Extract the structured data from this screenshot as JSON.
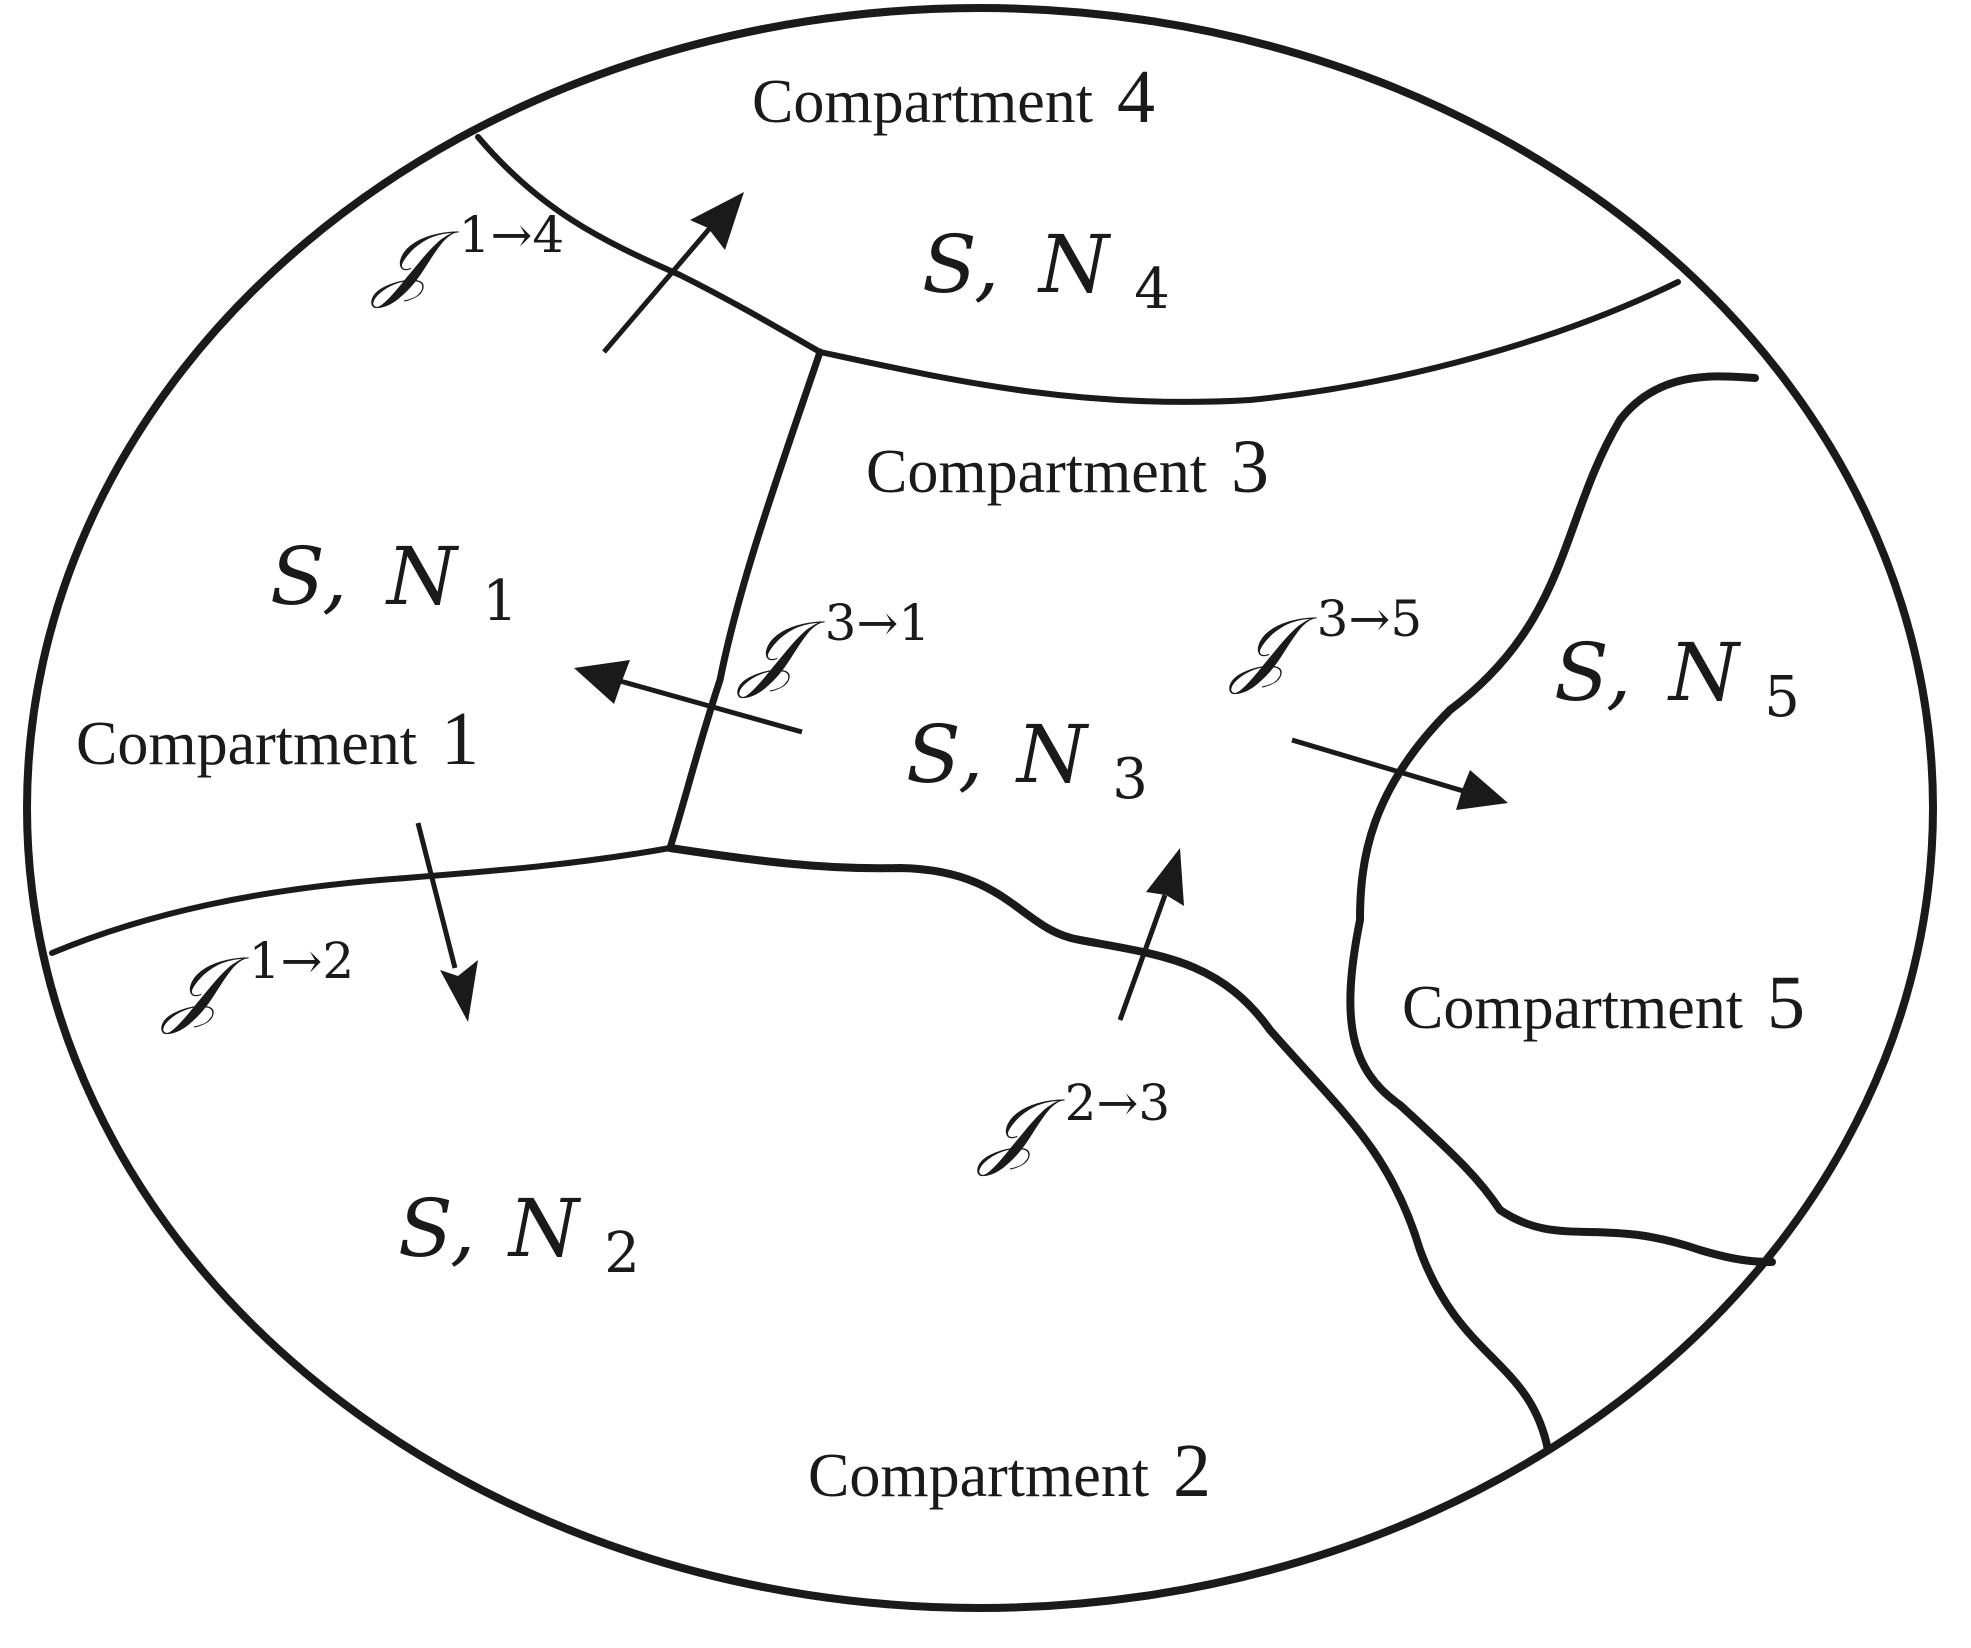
{
  "compartments": [
    {
      "id": "1",
      "name": "Compartment",
      "number": "1",
      "state_symbol": "S,",
      "count_symbol": "N",
      "count_subscript": "1"
    },
    {
      "id": "2",
      "name": "Compartment",
      "number": "2",
      "state_symbol": "S,",
      "count_symbol": "N",
      "count_subscript": "2"
    },
    {
      "id": "3",
      "name": "Compartment",
      "number": "3",
      "state_symbol": "S,",
      "count_symbol": "N",
      "count_subscript": "3"
    },
    {
      "id": "4",
      "name": "Compartment",
      "number": "4",
      "state_symbol": "S,",
      "count_symbol": "N",
      "count_subscript": "4"
    },
    {
      "id": "5",
      "name": "Compartment",
      "number": "5",
      "state_symbol": "S,",
      "count_symbol": "N",
      "count_subscript": "5"
    }
  ],
  "fluxes": [
    {
      "id": "1-4",
      "symbol": "𝒥",
      "superscript": "1→4"
    },
    {
      "id": "3-1",
      "symbol": "𝒥",
      "superscript": "3→1"
    },
    {
      "id": "3-5",
      "symbol": "𝒥",
      "superscript": "3→5"
    },
    {
      "id": "1-2",
      "symbol": "𝒥",
      "superscript": "1→2"
    },
    {
      "id": "2-3",
      "symbol": "𝒥",
      "superscript": "2→3"
    }
  ]
}
